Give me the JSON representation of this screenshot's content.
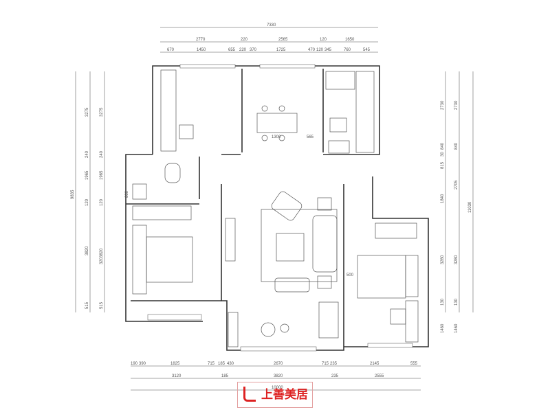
{
  "top_dims": {
    "total": "7330",
    "row2": [
      "2770",
      "220",
      "2565",
      "120",
      "1650"
    ],
    "row3": [
      "670",
      "1450",
      "655",
      "220",
      "370",
      "1725",
      "470",
      "120",
      "345",
      "760",
      "545"
    ]
  },
  "bottom_dims": {
    "row1": [
      "190",
      "390",
      "1825",
      "715",
      "185",
      "430",
      "2670",
      "715",
      "235",
      "2145",
      "555"
    ],
    "row2": [
      "3120",
      "185",
      "3820",
      "235",
      "2555"
    ],
    "total": "10000"
  },
  "left_dims": {
    "total": "9835",
    "col1": [
      "3275",
      "240",
      "1965",
      "120",
      "3820",
      "515"
    ],
    "col2": [
      "3275",
      "240",
      "1965",
      "120",
      "3203820",
      "515"
    ]
  },
  "right_dims": {
    "total": "11030",
    "col1": [
      "2730",
      "840",
      "30",
      "815",
      "1840",
      "3280",
      "130",
      "1460"
    ],
    "col2": [
      "2730",
      "840",
      "2705",
      "3280",
      "130",
      "1460"
    ]
  },
  "inner_labels": {
    "dining": "1300",
    "dining2": "565",
    "bath": "800",
    "bed": "500"
  },
  "logo": {
    "name": "上善美居"
  },
  "colors": {
    "logo": "#d22222",
    "walls": "#333333"
  }
}
